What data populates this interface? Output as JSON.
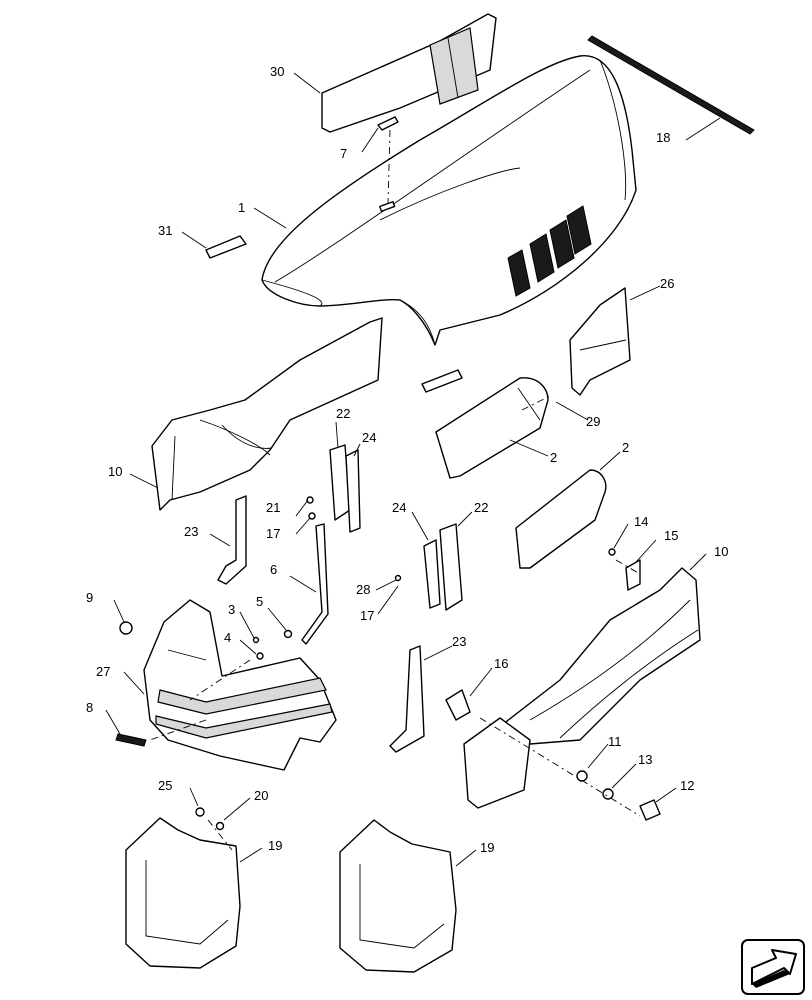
{
  "diagram": {
    "callouts": {
      "c1": "1",
      "c2a": "2",
      "c2b": "2",
      "c3": "3",
      "c4": "4",
      "c5": "5",
      "c6": "6",
      "c7": "7",
      "c8": "8",
      "c9": "9",
      "c10a": "10",
      "c10b": "10",
      "c11": "11",
      "c12": "12",
      "c13": "13",
      "c14": "14",
      "c15": "15",
      "c16": "16",
      "c17a": "17",
      "c17b": "17",
      "c18": "18",
      "c19a": "19",
      "c19b": "19",
      "c20": "20",
      "c21": "21",
      "c22a": "22",
      "c22b": "22",
      "c23a": "23",
      "c23b": "23",
      "c24a": "24",
      "c24b": "24",
      "c25": "25",
      "c26": "26",
      "c27": "27",
      "c28": "28",
      "c29": "29",
      "c30": "30",
      "c31": "31"
    },
    "nav_icon": "next-page-arrow-icon"
  }
}
